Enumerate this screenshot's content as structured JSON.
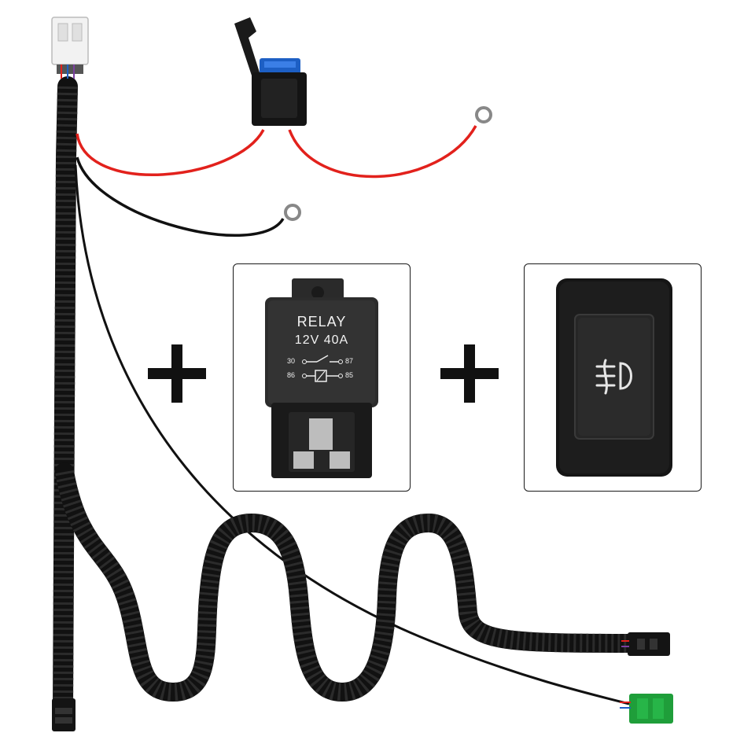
{
  "relay": {
    "title": "RELAY",
    "rating": "12V 40A",
    "pin_30": "30",
    "pin_87": "87",
    "pin_86": "86",
    "pin_85": "85"
  },
  "switch": {
    "icon": "fog-light-icon"
  },
  "plus_signs": [
    "+",
    "+"
  ],
  "colors": {
    "wire_red": "#e2211c",
    "wire_black": "#111111",
    "fuse_blue": "#1d5fc4",
    "connector_green": "#1f9e3a",
    "connector_white": "#f2f2f2"
  }
}
